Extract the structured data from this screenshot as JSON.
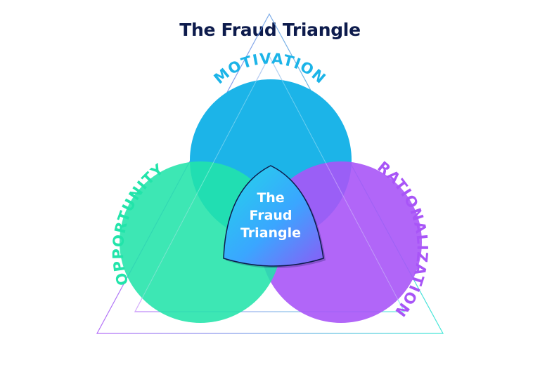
{
  "title": "The Fraud Triangle",
  "center_label": {
    "line1": "The",
    "line2": "Fraud",
    "line3": "Triangle"
  },
  "elements": {
    "motivation": "MOTIVATION",
    "opportunity": "OPPORTUNITY",
    "rationalization": "RATIONALIZATION"
  },
  "colors": {
    "title": "#0d1b4c",
    "motivation": "#1cb4e8",
    "opportunity": "#22e4aa",
    "rationalization": "#a855f7",
    "center_text": "#ffffff",
    "outline": "#0d1b4c"
  }
}
